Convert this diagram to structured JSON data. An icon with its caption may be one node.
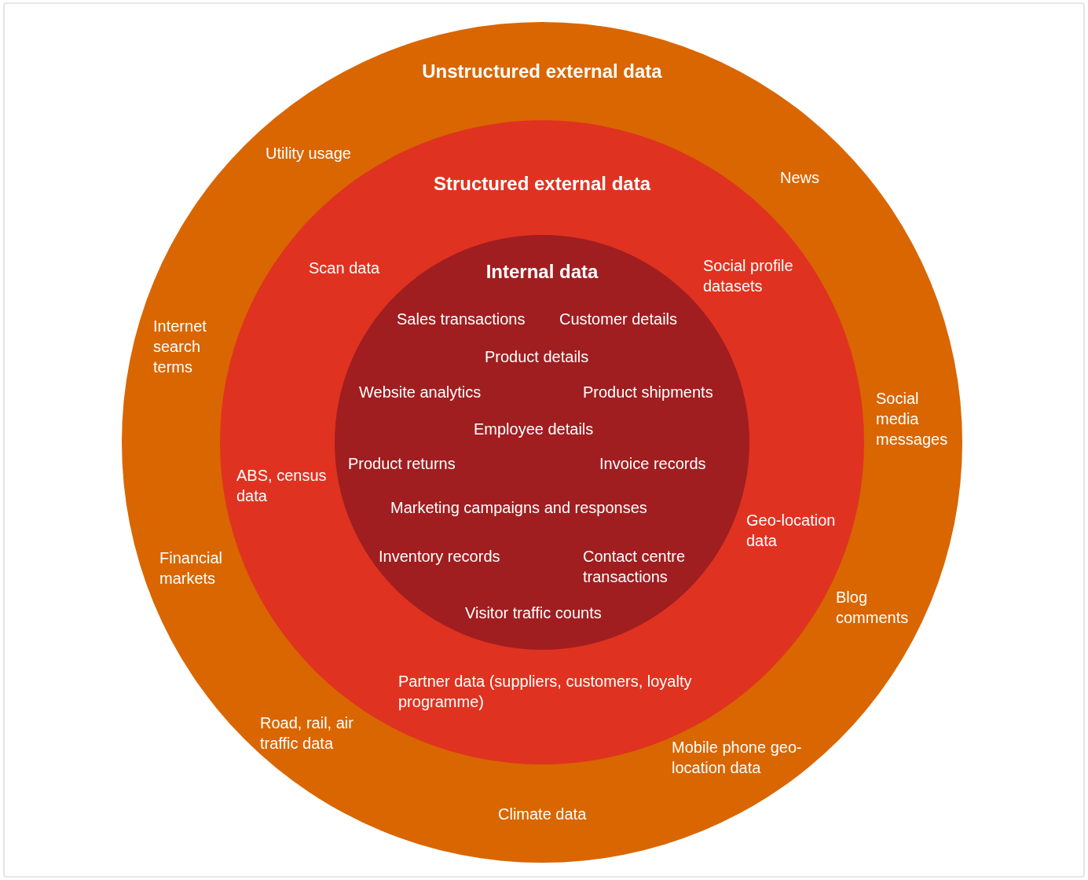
{
  "diagram": {
    "nodes": [
      {
        "text": [
          "Unstructured external data"
        ]
      },
      {
        "text": [
          "Structured external data"
        ],
        "in": 0
      },
      {
        "text": [
          "Internal data"
        ],
        "in": 1
      }
    ],
    "labels": [
      "Utility usage",
      "News",
      "Internet search terms",
      "Social media messages",
      "Financial markets",
      "Blog comments",
      "Road, rail, air traffic data",
      "Mobile phone geo-location data",
      "Climate data",
      "Scan data",
      "Social profile datasets",
      "ABS, census data",
      "Geo-location data",
      "Partner data (suppliers, customers, loyalty programme)",
      "Sales transactions",
      "Customer details",
      "Product details",
      "Website analytics",
      "Product shipments",
      "Employee details",
      "Product returns",
      "Invoice records",
      "Marketing campaigns and responses",
      "Inventory records",
      "Contact centre transactions",
      "Visitor traffic counts"
    ]
  }
}
